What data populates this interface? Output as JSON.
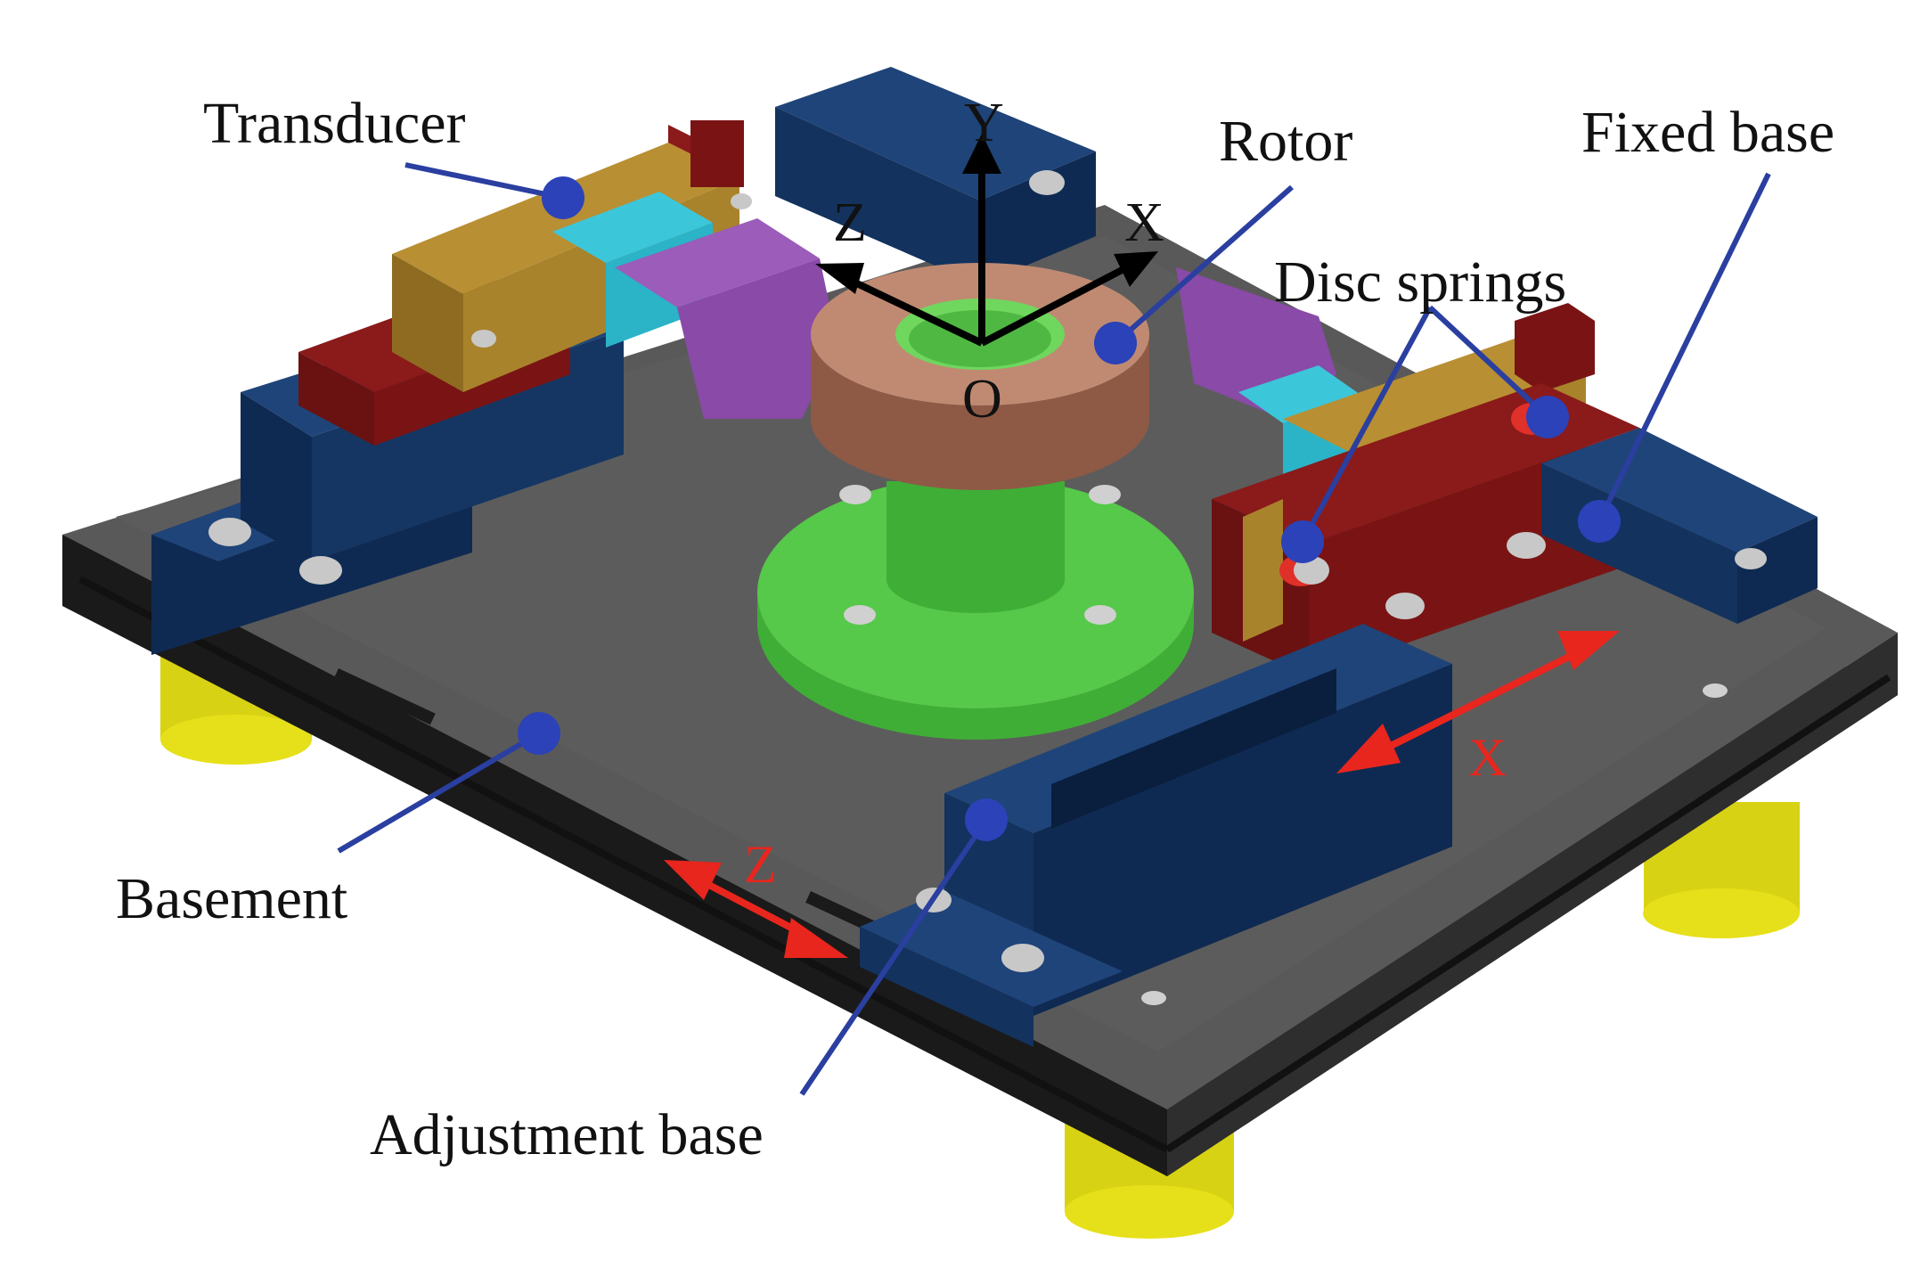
{
  "labels": {
    "transducer": "Transducer",
    "rotor": "Rotor",
    "fixed_base": "Fixed base",
    "disc_springs": "Disc springs",
    "basement": "Basement",
    "adjustment_base": "Adjustment base"
  },
  "axes": {
    "y": "Y",
    "z": "Z",
    "x": "X",
    "origin": "O"
  },
  "directions": {
    "x": "X",
    "z": "Z"
  },
  "colors": {
    "plate_top": "#5a5a5a",
    "plate_edge": "#262626",
    "blue_block": "#13325e",
    "blue_block_top": "#1f4479",
    "dark_red": "#7a1414",
    "gold": "#a8832b",
    "cyan": "#2bb3c8",
    "purple": "#8a4aa8",
    "rotor": "#b8826a",
    "green": "#56c84a",
    "yellow_foot": "#e6e01a",
    "leader_blue": "#2a3fa0",
    "arrow_red": "#e8261e"
  }
}
